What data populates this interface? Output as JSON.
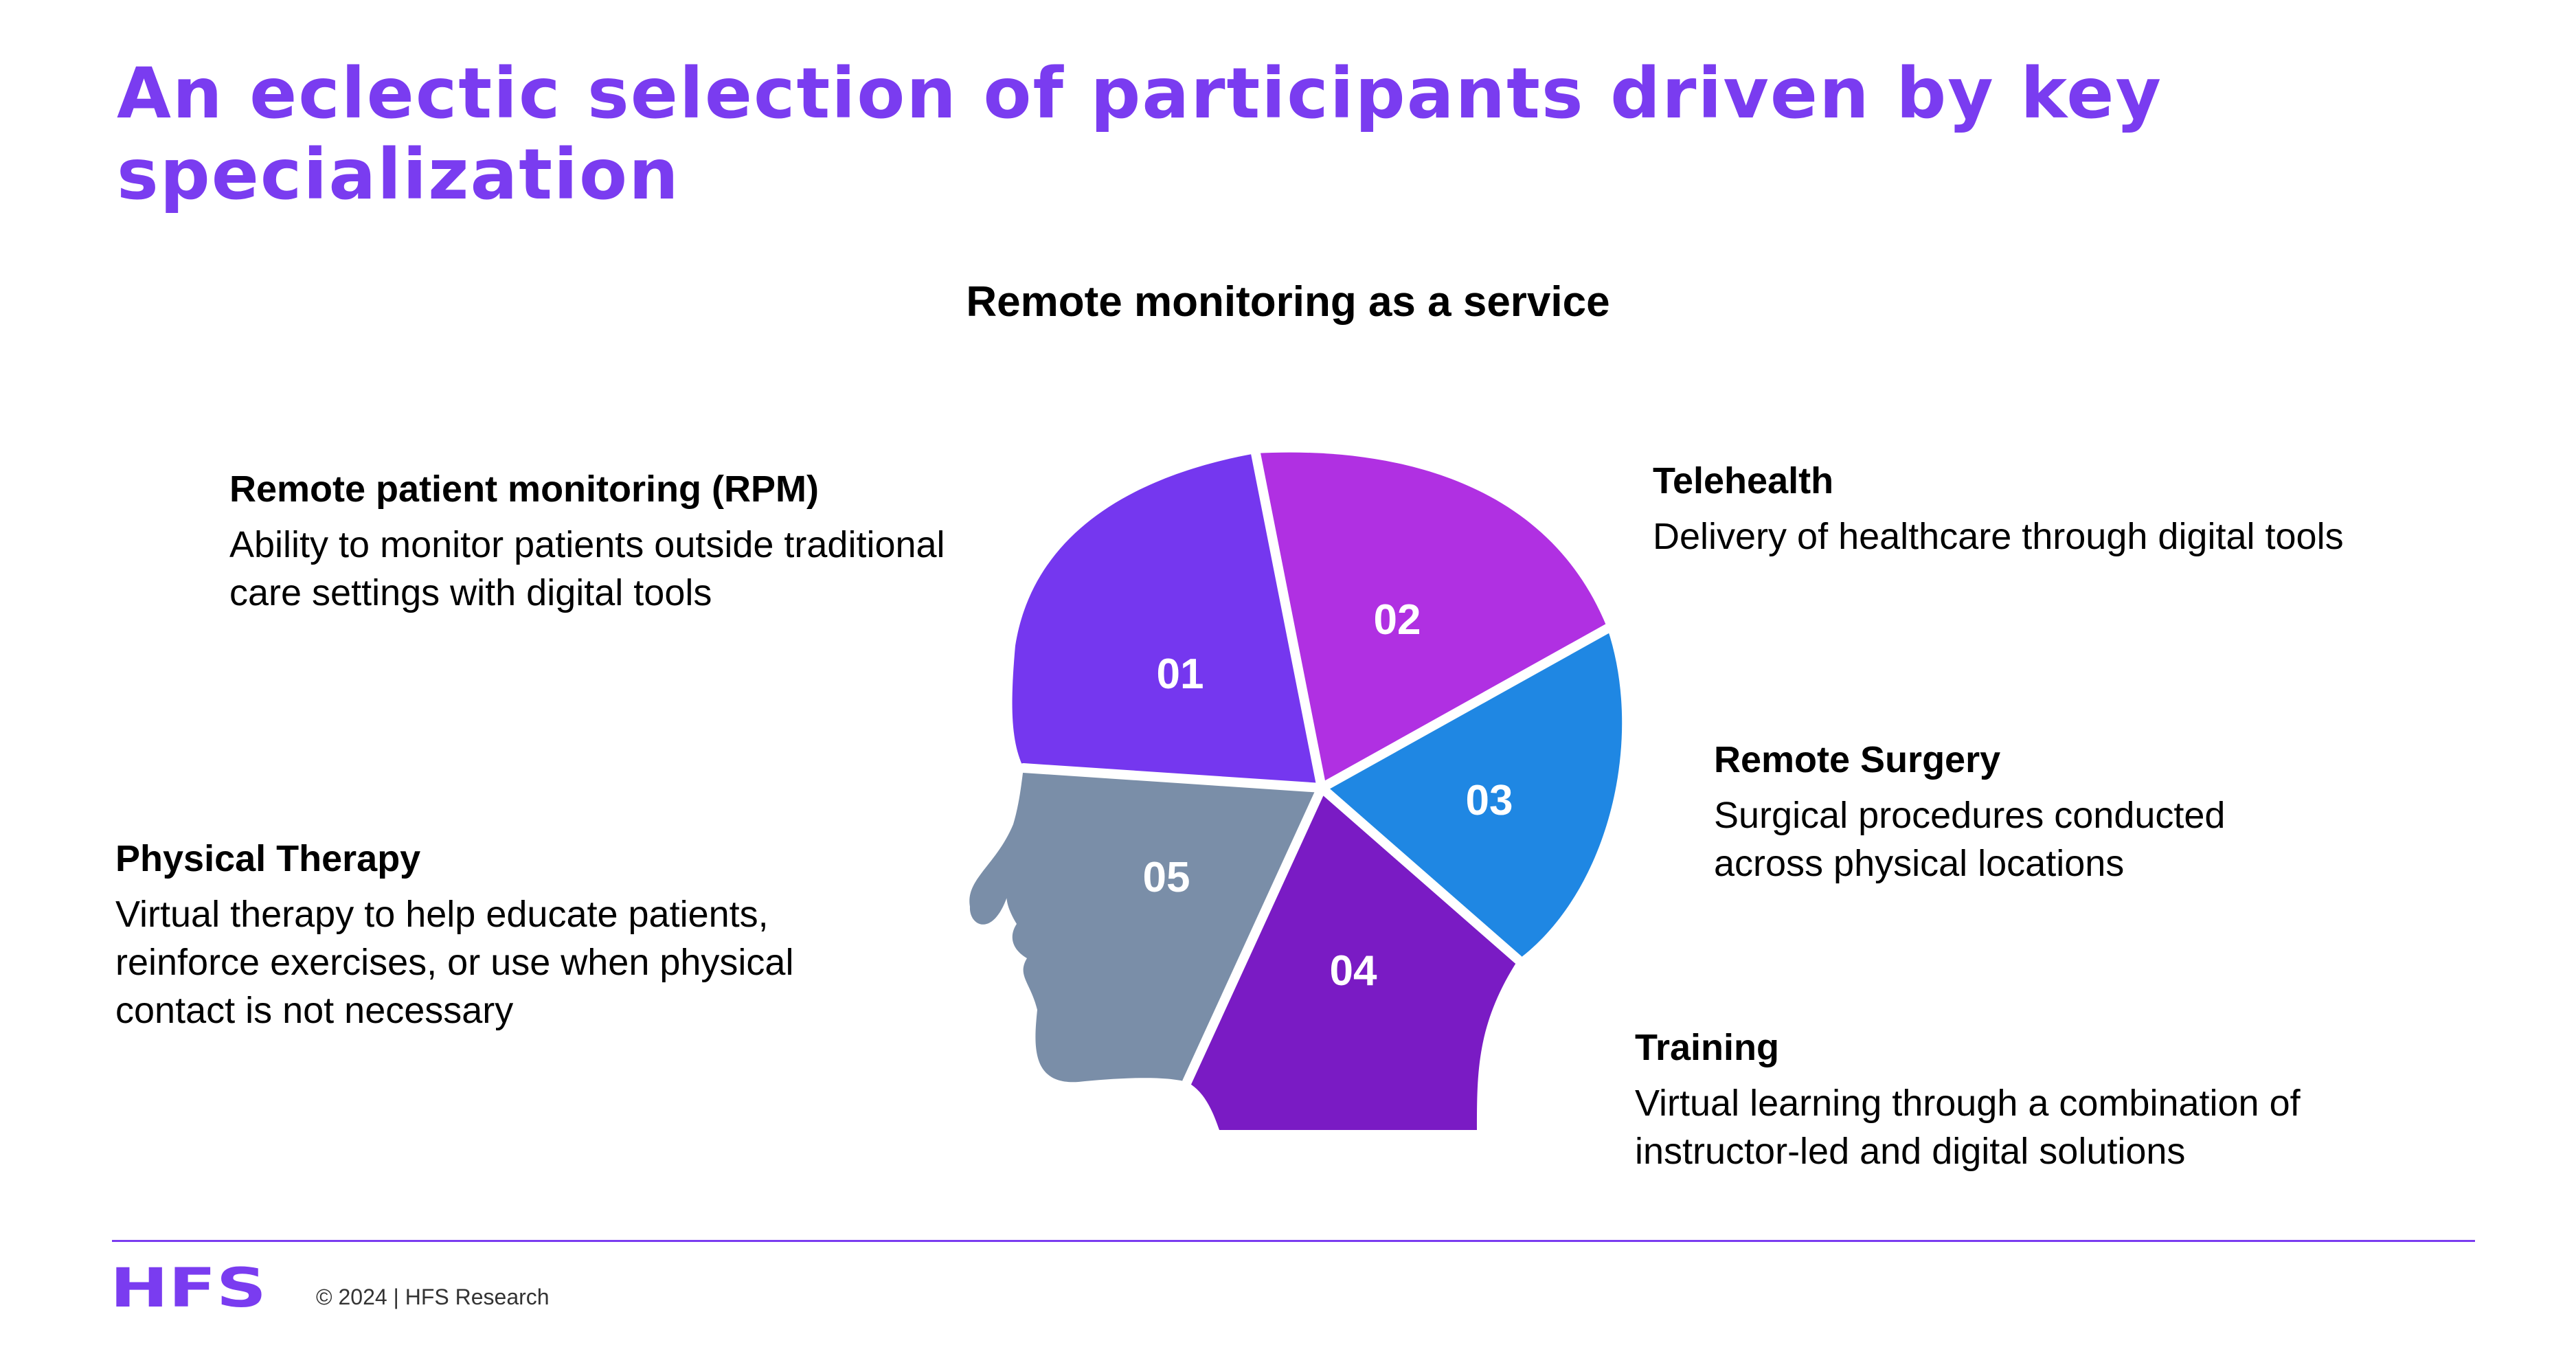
{
  "title": "An eclectic selection of participants driven by key specialization",
  "subtitle": "Remote monitoring as a service",
  "segments": [
    {
      "num": "01",
      "title": "Remote patient monitoring (RPM)",
      "desc": "Ability to monitor patients outside traditional care settings with digital tools",
      "color": "#7537ef"
    },
    {
      "num": "02",
      "title": "Telehealth",
      "desc": "Delivery of healthcare through digital tools",
      "color": "#b030e2"
    },
    {
      "num": "03",
      "title": "Remote Surgery",
      "desc": "Surgical procedures conducted across physical locations",
      "color": "#1f87e3"
    },
    {
      "num": "04",
      "title": "Training",
      "desc": "Virtual learning through a combination of instructor-led and digital solutions",
      "color": "#7a1bc4"
    },
    {
      "num": "05",
      "title": "Physical Therapy",
      "desc": "Virtual therapy to help educate patients, reinforce exercises, or use when physical contact is not necessary",
      "color": "#7a8ea8"
    }
  ],
  "footer": {
    "logo_text": "HFS",
    "copyright": "© 2024 | HFS Research",
    "accent_color": "#7a3cf0"
  }
}
